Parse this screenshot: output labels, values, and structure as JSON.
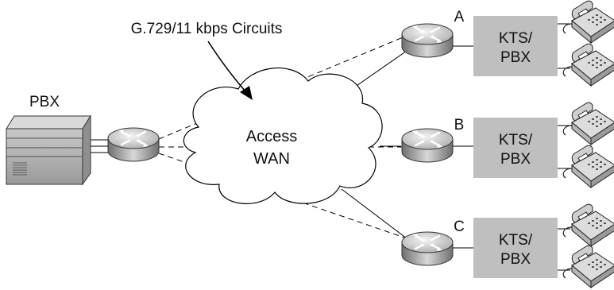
{
  "labels": {
    "circuits": "G.729/11 kbps Circuits",
    "pbx": "PBX",
    "cloud_line1": "Access",
    "cloud_line2": "WAN"
  },
  "sites": [
    {
      "letter": "A",
      "box_line1": "KTS/",
      "box_line2": "PBX"
    },
    {
      "letter": "B",
      "box_line1": "KTS/",
      "box_line2": "PBX"
    },
    {
      "letter": "C",
      "box_line1": "KTS/",
      "box_line2": "PBX"
    }
  ],
  "colors": {
    "box_fill": "#bfbfbf",
    "router_dark": "#7d7d7d",
    "router_light": "#e6e6e6",
    "phone": "#c8c8c8",
    "line": "#000000"
  },
  "icons": [
    "pbx-cabinet-icon",
    "router-icon",
    "cloud-icon",
    "telephone-icon"
  ]
}
